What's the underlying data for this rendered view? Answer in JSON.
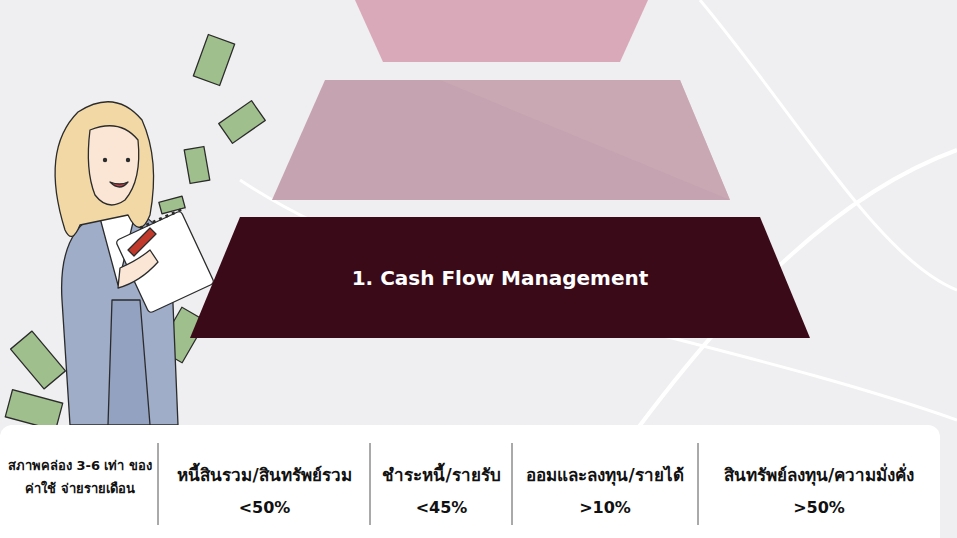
{
  "diagram": {
    "nodes": [
      {
        "text": [
          "1. Cash Flow Management"
        ]
      }
    ],
    "labels": [
      "สภาพคล่อง 3-6 เท่า ของค่าใช้ จ่ายรายเดือน",
      "หนี้สินรวม/สินทรัพย์รวม",
      "<50%",
      "ชำระหนี้/รายรับ",
      "<45%",
      "ออมและลงทุน/รายได้",
      ">10%",
      "สินทรัพย์ลงทุน/ความมั่งคั่ง",
      ">50%"
    ]
  }
}
